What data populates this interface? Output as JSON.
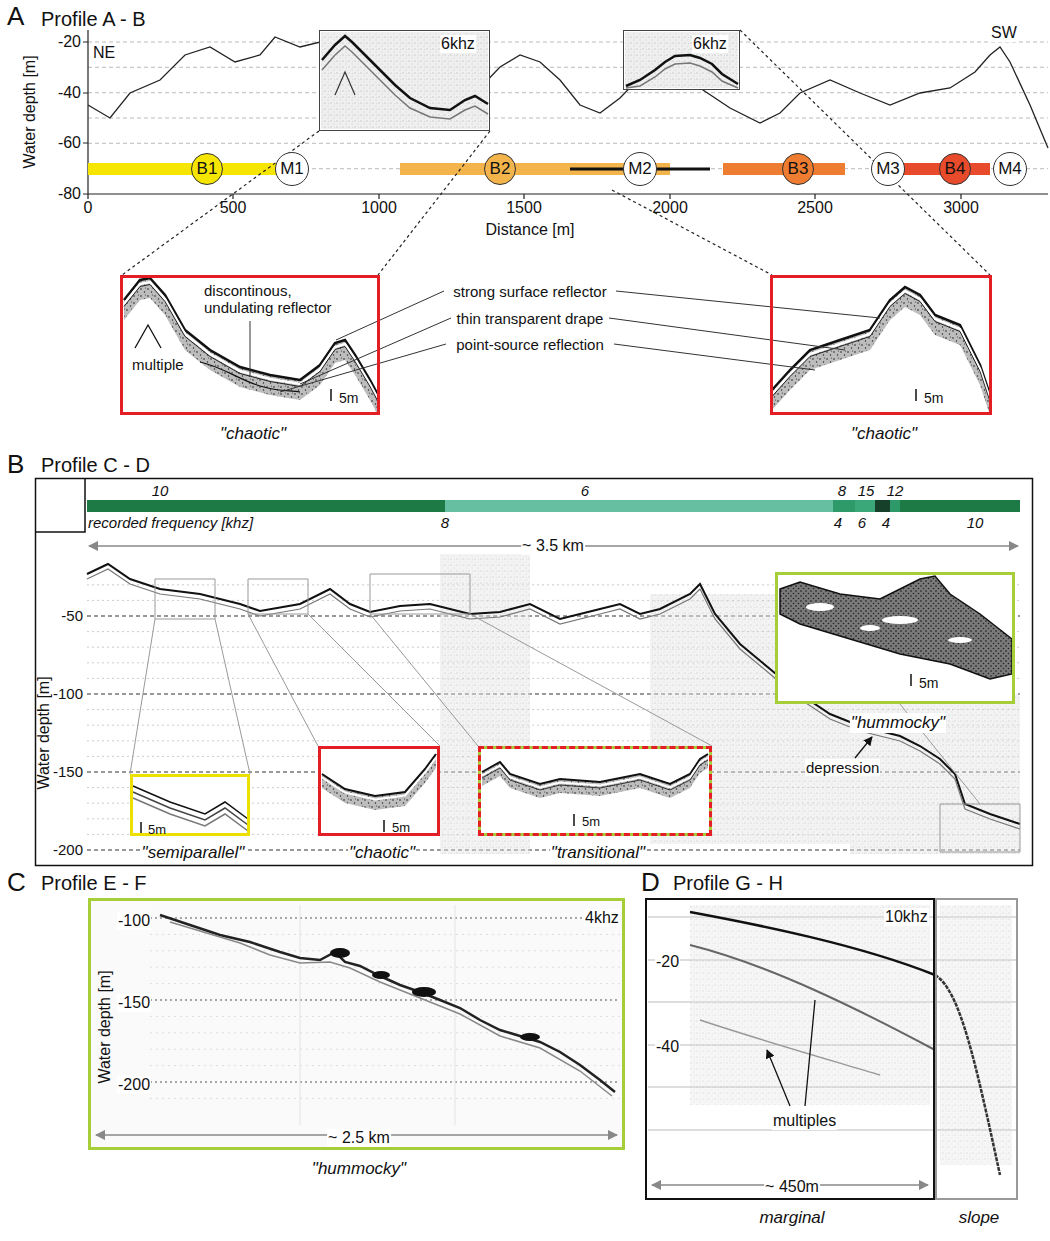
{
  "diagram": {
    "nodes": [
      {
        "text": [
          "6khz"
        ]
      },
      {
        "text": [
          "6khz"
        ]
      },
      {
        "text": [
          "B1"
        ]
      },
      {
        "text": [
          "M1"
        ]
      },
      {
        "text": [
          "B2"
        ]
      },
      {
        "text": [
          "M2"
        ]
      },
      {
        "text": [
          "B3"
        ]
      },
      {
        "text": [
          "M3"
        ]
      },
      {
        "text": [
          "B4"
        ]
      },
      {
        "text": [
          "M4"
        ]
      },
      {
        "text": [
          "discontinous, undulating reflector",
          "multiple",
          "5m",
          "\"chaotic\""
        ]
      },
      {
        "text": [
          "5m",
          "\"chaotic\""
        ]
      },
      {
        "text": [
          "5m",
          "\"hummocky\""
        ]
      },
      {
        "text": [
          "5m",
          "\"semiparallel\""
        ]
      },
      {
        "text": [
          "5m",
          "\"chaotic\""
        ]
      },
      {
        "text": [
          "5m",
          "\"transitional\""
        ]
      },
      {
        "text": [
          "Water depth [m]",
          "-100",
          "-150",
          "-200",
          "4khz",
          "~ 2.5 km",
          "\"hummocky\""
        ]
      },
      {
        "text": [
          "10khz",
          "-20",
          "-40",
          "multiples",
          "~ 450m",
          "marginal"
        ]
      },
      {
        "text": [
          "slope"
        ]
      }
    ],
    "labels": [
      "A",
      "Profile A - B",
      "Water depth [m]",
      "-20",
      "-40",
      "-60",
      "-80",
      "NE",
      "SW",
      "0",
      "500",
      "1000",
      "1500",
      "2000",
      "2500",
      "3000",
      "Distance [m]",
      "strong surface reflector",
      "thin transparent drape",
      "point-source reflection",
      "B",
      "Profile C - D",
      "10",
      "6",
      "8",
      "15",
      "12",
      "recorded frequency [khz]",
      "8",
      "4",
      "6",
      "4",
      "10",
      "~ 3.5 km",
      "Water depth [m]",
      "-50",
      "-100",
      "-150",
      "-200",
      "depression",
      "C",
      "Profile E - F",
      "D",
      "Profile G - H"
    ]
  }
}
